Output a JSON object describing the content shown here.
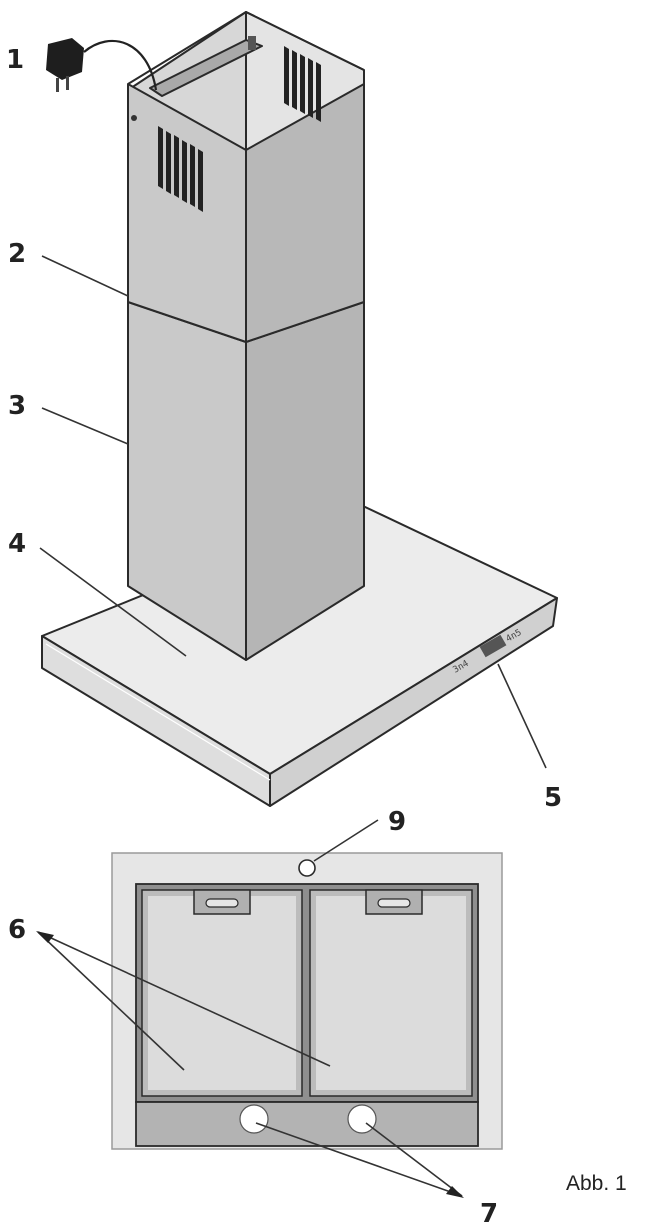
{
  "callouts": {
    "n1": "1",
    "n2": "2",
    "n3": "3",
    "n4": "4",
    "n5": "5",
    "n6": "6",
    "n7": "7",
    "n9": "9"
  },
  "caption": "Abb. 1",
  "colors": {
    "chimney_front": "#c9c9c9",
    "chimney_side": "#b5b5b5",
    "canopy_top": "#ececec",
    "canopy_edge": "#dedede",
    "filter_plate": "#e6e6e6",
    "filter_frame": "#8f8f8f",
    "filter_inner": "#d9d9d9",
    "outline": "#2a2a2a"
  }
}
